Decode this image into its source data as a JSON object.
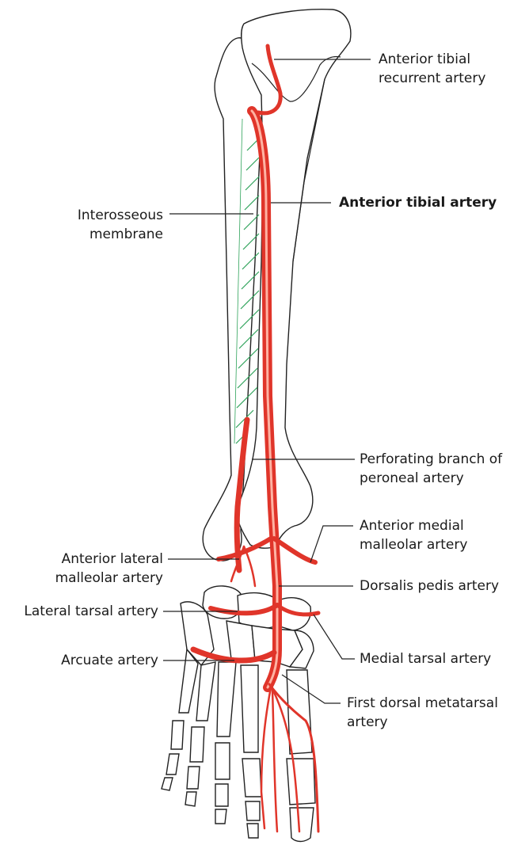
{
  "labels": {
    "anterior_tibial_recurrent": [
      "Anterior tibial",
      "recurrent artery"
    ],
    "anterior_tibial_artery": "Anterior tibial artery",
    "interosseous_membrane": [
      "Interosseous",
      "membrane"
    ],
    "perforating_branch": [
      "Perforating branch of",
      "peroneal artery"
    ],
    "anterior_medial_malleolar": [
      "Anterior medial",
      "malleolar artery"
    ],
    "anterior_lateral_malleolar": [
      "Anterior lateral",
      "malleolar artery"
    ],
    "dorsalis_pedis": "Dorsalis pedis artery",
    "lateral_tarsal": "Lateral tarsal artery",
    "medial_tarsal": "Medial tarsal artery",
    "arcuate": "Arcuate artery",
    "first_dorsal_metatarsal": [
      "First dorsal metatarsal",
      "artery"
    ]
  },
  "colors": {
    "artery": "#f04a3a",
    "artery_highlight": "#ffb3a3",
    "membrane_hatch": "#2ea35a",
    "bone_outline": "#222222"
  }
}
